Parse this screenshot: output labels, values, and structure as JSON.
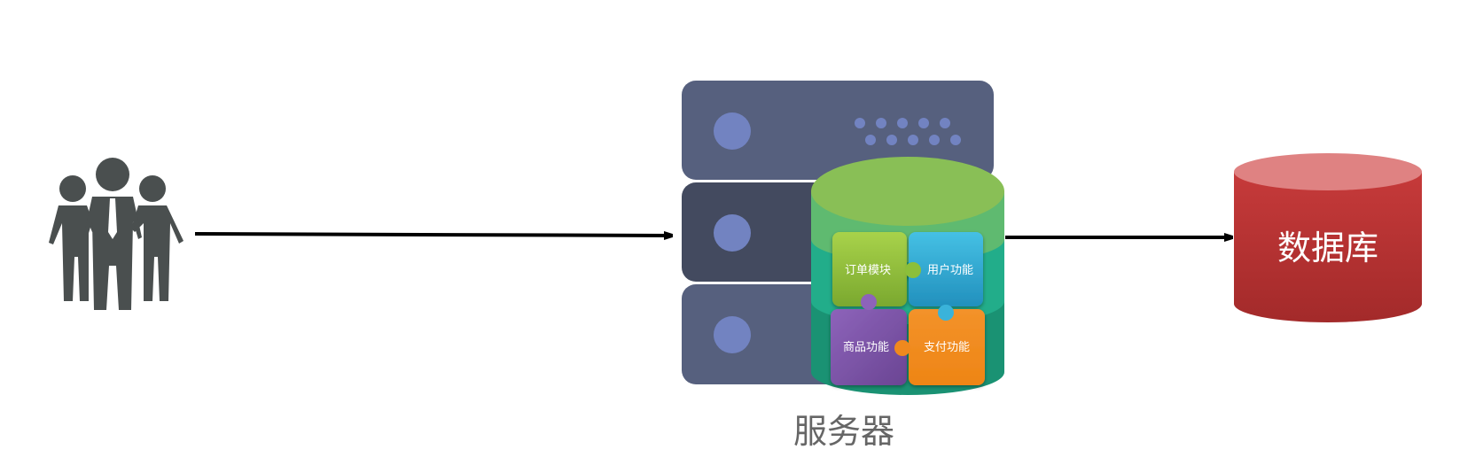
{
  "diagram": {
    "nodes": {
      "users": {
        "label": "",
        "icon": "users-group-icon"
      },
      "server": {
        "label": "服务器",
        "icon": "server-rack-icon",
        "modules": [
          {
            "label": "订单模块",
            "color": "#8cbf3a"
          },
          {
            "label": "用户功能",
            "color": "#2fa8d2"
          },
          {
            "label": "商品功能",
            "color": "#7e57a8"
          },
          {
            "label": "支付功能",
            "color": "#f0891e"
          }
        ]
      },
      "database": {
        "label": "数据库",
        "color": "#c43b3b"
      }
    },
    "edges": [
      {
        "from": "users",
        "to": "server"
      },
      {
        "from": "server",
        "to": "database"
      }
    ],
    "colors": {
      "server_panel": "#56607e",
      "server_panel_dark": "#434a5f",
      "server_led": "#7283c1",
      "cylinder_top": "#89bf56",
      "arrow": "#000000",
      "people": "#4a4f4f"
    }
  }
}
